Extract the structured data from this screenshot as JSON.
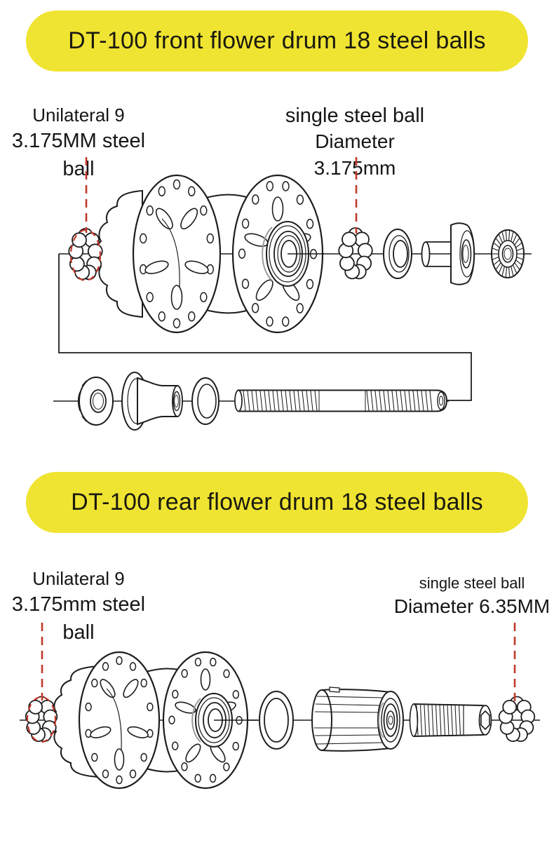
{
  "colors": {
    "banner_yellow": "#f0e432",
    "pointer_red": "#c0392b",
    "drawing_line": "#1d1d1f",
    "text": "#161616",
    "background": "#ffffff"
  },
  "front_section": {
    "banner_title": "DT-100 front flower drum 18 steel balls",
    "left_label": {
      "line1": "Unilateral 9",
      "line2": "3.175MM steel ball"
    },
    "right_label": {
      "line1": "single steel ball",
      "line2": "Diameter 3.175mm"
    }
  },
  "rear_section": {
    "banner_title": "DT-100 rear flower drum 18 steel balls",
    "left_label": {
      "line1": "Unilateral 9",
      "line2": "3.175mm steel ball"
    },
    "right_label": {
      "line1": "single steel ball",
      "line2": "Diameter 6.35MM"
    }
  }
}
